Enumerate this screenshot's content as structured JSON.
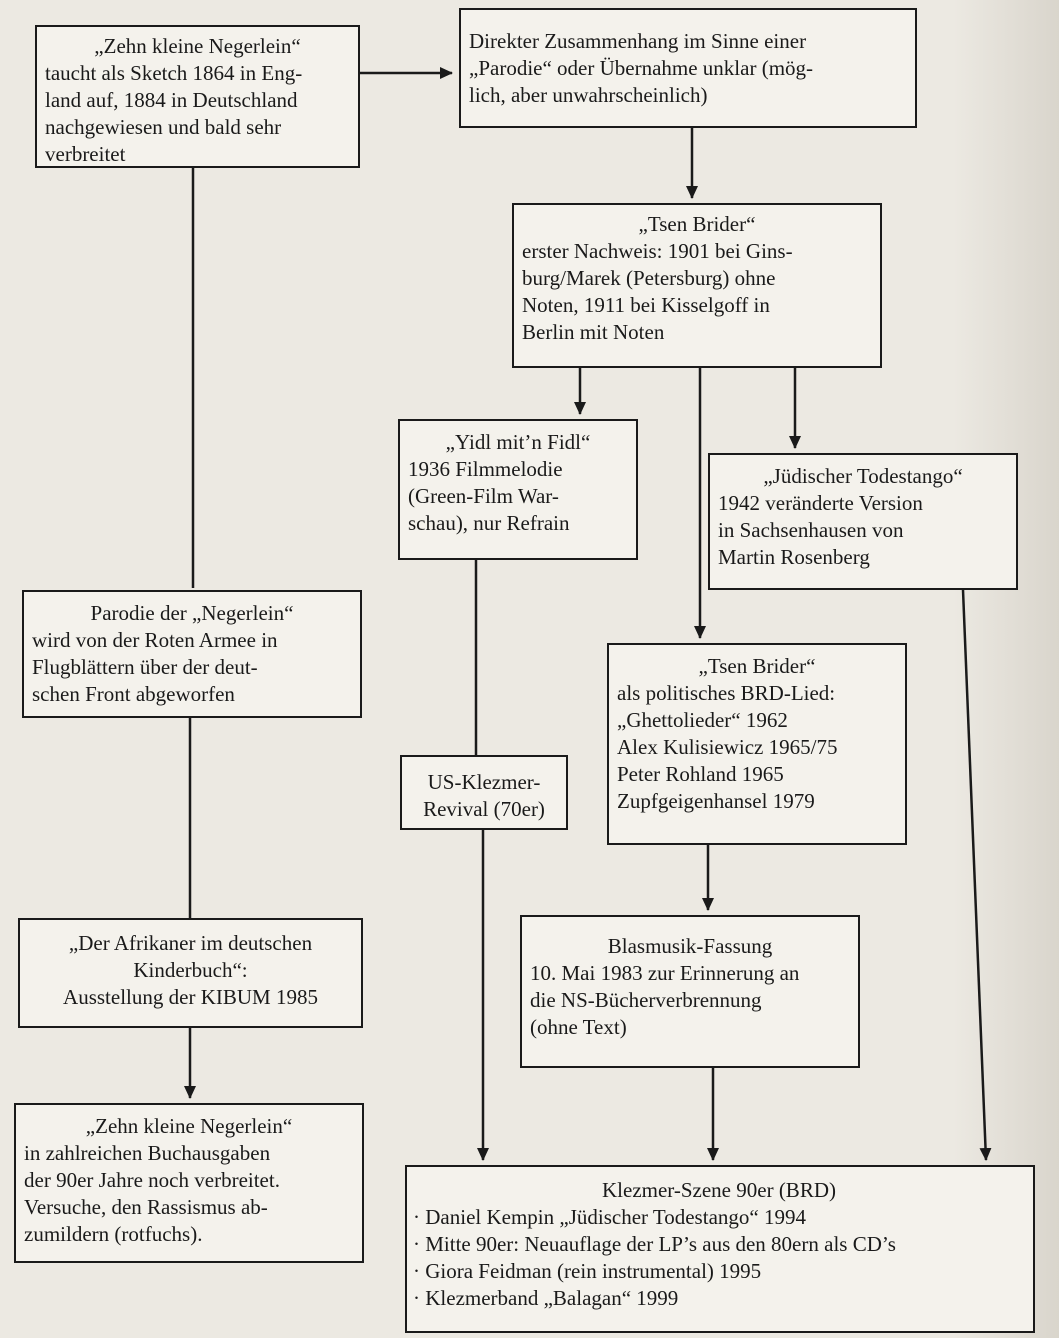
{
  "nodes": [
    {
      "id": "zehn_kleine",
      "lines": [
        "„Zehn kleine Negerlein“",
        "taucht als Sketch 1864 in Eng-",
        "land auf, 1884 in Deutschland",
        "nachgewiesen und bald sehr",
        "verbreitet"
      ]
    },
    {
      "id": "direkter",
      "lines": [
        "Direkter Zusammenhang im Sinne einer",
        "„Parodie“ oder Übernahme unklar (mög-",
        "lich, aber unwahrscheinlich)"
      ]
    },
    {
      "id": "tsen_brider_1",
      "lines": [
        "„Tsen Brider“",
        "erster Nachweis: 1901 bei Gins-",
        "burg/Marek (Petersburg) ohne",
        "Noten, 1911 bei Kisselgoff in",
        "Berlin mit Noten"
      ]
    },
    {
      "id": "yidl",
      "lines": [
        "„Yidl mit’n Fidl“",
        "1936 Filmmelodie",
        "(Green-Film War-",
        "schau), nur Refrain"
      ]
    },
    {
      "id": "todestango",
      "lines": [
        "„Jüdischer Todestango“",
        "1942 veränderte Version",
        "in Sachsenhausen von",
        "Martin Rosenberg"
      ]
    },
    {
      "id": "parodie",
      "lines": [
        "Parodie der „Negerlein“",
        "wird von der Roten Armee in",
        "Flugblättern über der deut-",
        "schen Front abgeworfen"
      ]
    },
    {
      "id": "tsen_brider_2",
      "lines": [
        "„Tsen Brider“",
        "als politisches BRD-Lied:",
        "„Ghettolieder“ 1962",
        "Alex Kulisiewicz 1965/75",
        "Peter Rohland 1965",
        "Zupfgeigenhansel 1979"
      ]
    },
    {
      "id": "us_klezmer",
      "lines": [
        "US-Klezmer-",
        "Revival (70er)"
      ]
    },
    {
      "id": "afrikaner",
      "lines": [
        "„Der Afrikaner im deutschen",
        "Kinderbuch“:",
        "Ausstellung der KIBUM 1985"
      ]
    },
    {
      "id": "blasmusik",
      "lines": [
        "Blasmusik-Fassung",
        "10. Mai 1983 zur Erinnerung an",
        "die NS-Bücherverbrennung",
        "(ohne Text)"
      ]
    },
    {
      "id": "buchausgaben",
      "lines": [
        "„Zehn kleine Negerlein“",
        "in zahlreichen Buchausgaben",
        "der 90er Jahre noch verbreitet.",
        "Versuche, den Rassismus ab-",
        "zumildern (rotfuchs)."
      ]
    },
    {
      "id": "klezmer_szene",
      "lines": [
        "Klezmer-Szene 90er (BRD)",
        "· Daniel Kempin „Jüdischer Todestango“ 1994",
        "· Mitte 90er: Neuauflage der LP’s aus den 80ern als CD’s",
        "· Giora Feidman (rein instrumental) 1995",
        "· Klezmerband „Balagan“ 1999"
      ]
    }
  ]
}
